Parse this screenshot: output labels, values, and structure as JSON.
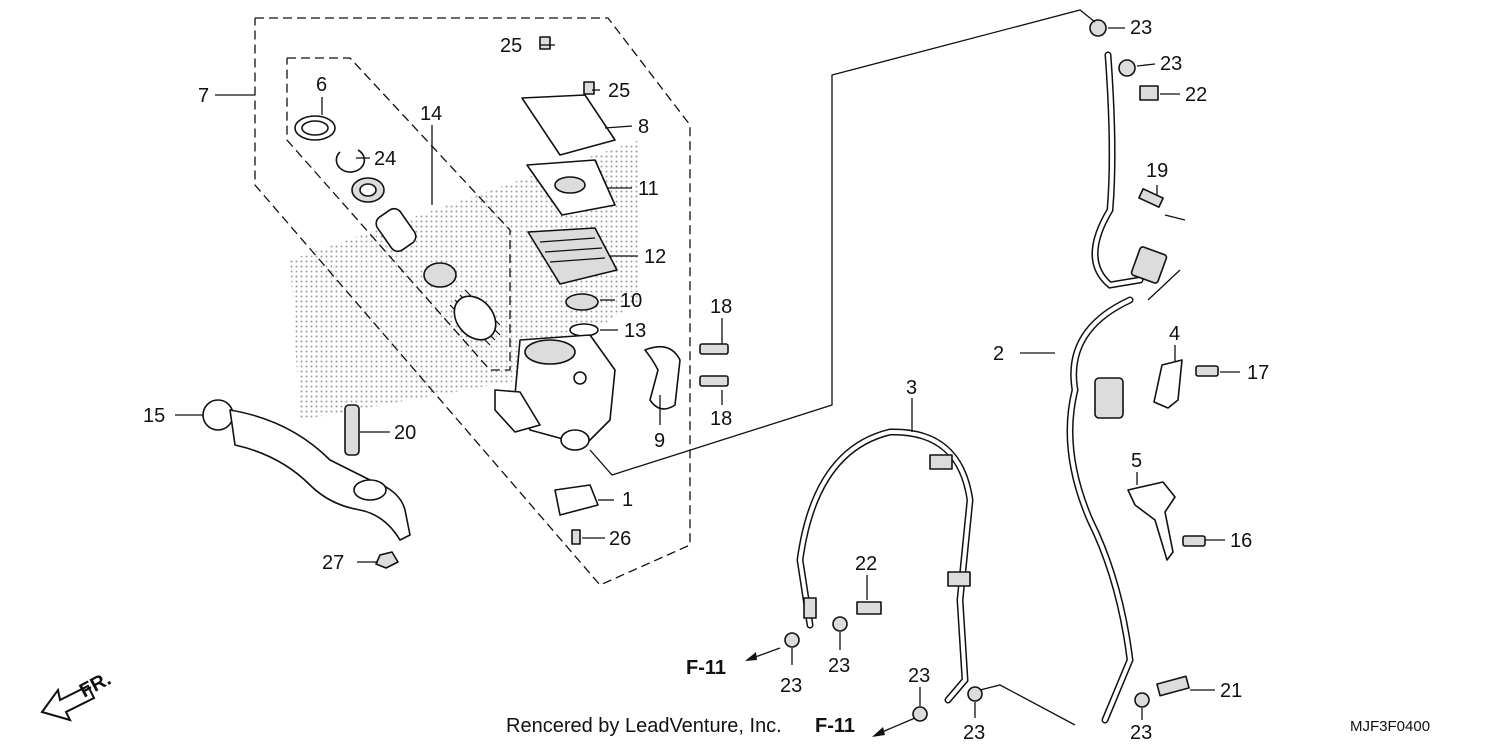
{
  "diagram": {
    "callouts": {
      "c1": "1",
      "c2": "2",
      "c3": "3",
      "c4": "4",
      "c5": "5",
      "c6": "6",
      "c7": "7",
      "c8": "8",
      "c9": "9",
      "c10": "10",
      "c11": "11",
      "c12": "12",
      "c13": "13",
      "c14": "14",
      "c15": "15",
      "c16": "16",
      "c17": "17",
      "c18a": "18",
      "c18b": "18",
      "c19": "19",
      "c20": "20",
      "c21": "21",
      "c22a": "22",
      "c22b": "22",
      "c23a": "23",
      "c23b": "23",
      "c23c": "23",
      "c23d": "23",
      "c23e": "23",
      "c23f": "23",
      "c23g": "23",
      "c24": "24",
      "c25a": "25",
      "c25b": "25",
      "c26": "26",
      "c27": "27"
    },
    "references": {
      "f11_left": "F-11",
      "f11_bottom": "F-11"
    },
    "front_indicator": "FR.",
    "credit": "Rencered by LeadVenture, Inc.",
    "diagram_code": "MJF3F0400"
  }
}
